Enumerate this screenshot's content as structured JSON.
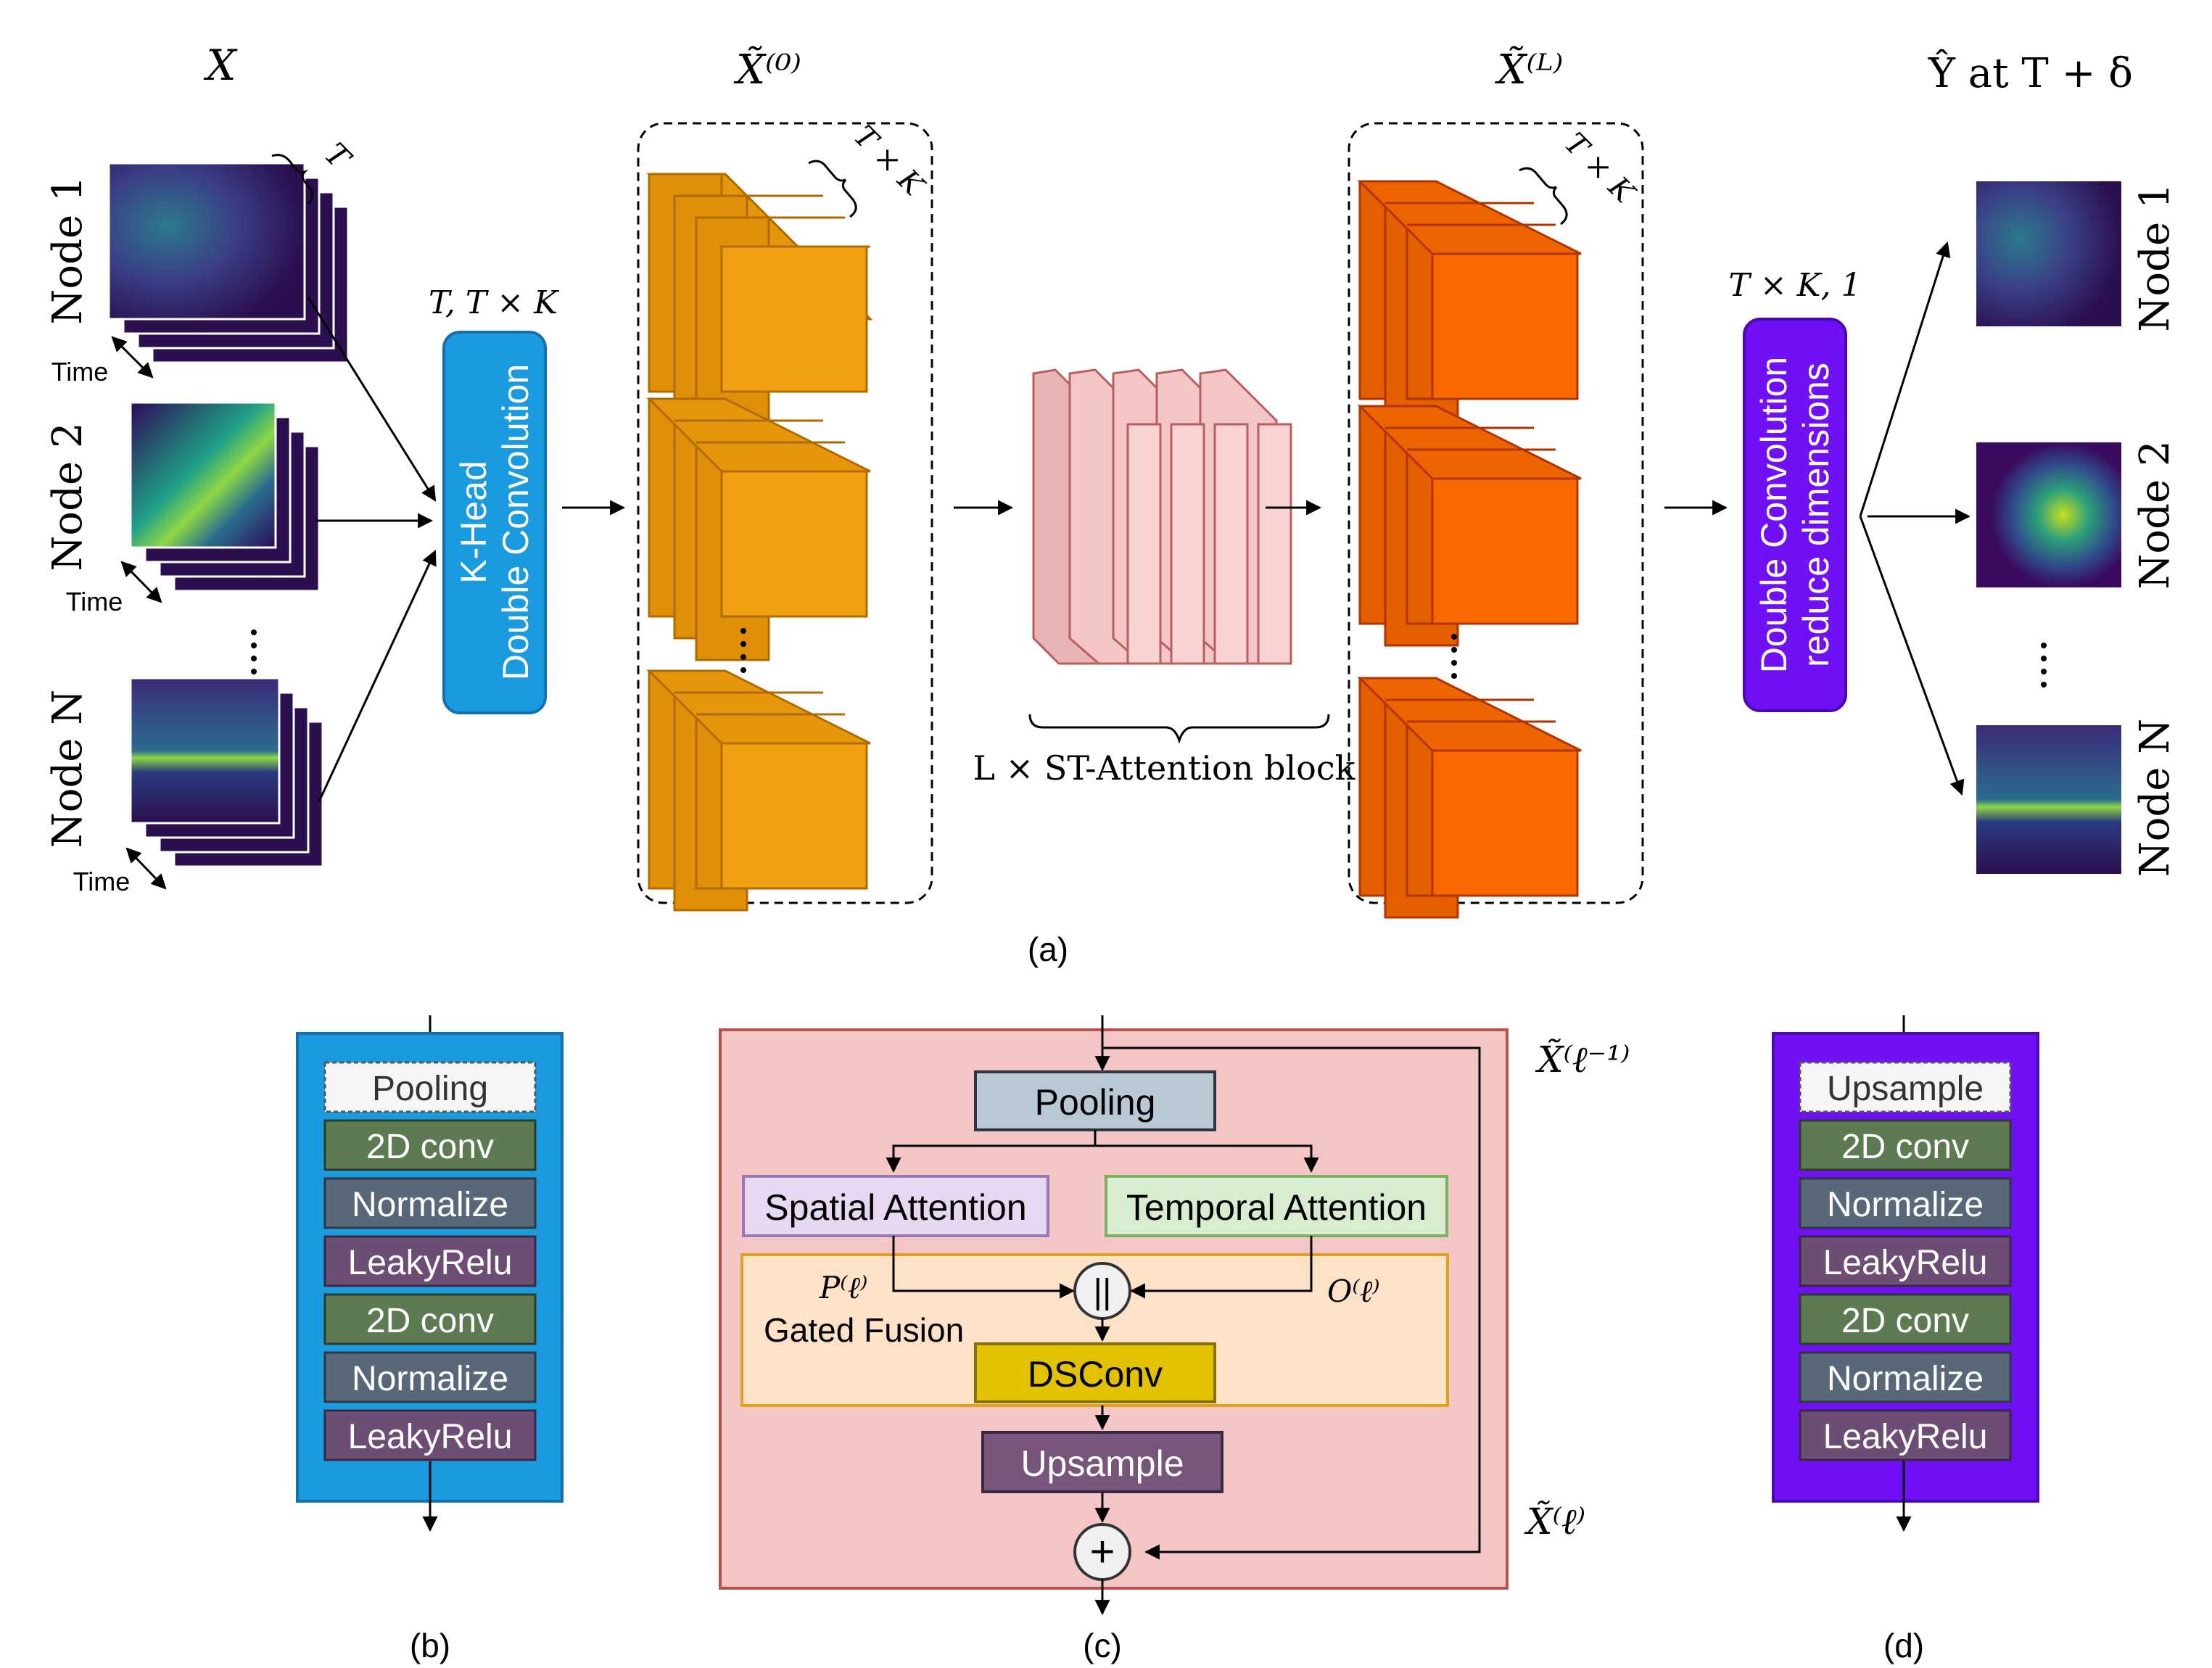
{
  "top": {
    "input_label": "X",
    "x0_label": "X̃⁽⁰⁾",
    "xl_label": "X̃⁽ᴸ⁾",
    "output_label": "Ŷ at T + δ",
    "node1": "Node 1",
    "node2": "Node 2",
    "nodeN": "Node N",
    "time": "Time",
    "brace_T": "T",
    "brace_TK": "T × K",
    "in_dims": "T, T × K",
    "out_dims": "T × K, 1",
    "khead_line1": "K-Head",
    "khead_line2": "Double Convolution",
    "dconv_line1": "Double Convolution",
    "dconv_line2": "reduce dimensions",
    "st_block": "L × ST-Attention block",
    "caption": "(a)"
  },
  "panel_b": {
    "caption": "(b)",
    "layers": [
      "Pooling",
      "2D conv",
      "Normalize",
      "LeakyRelu",
      "2D conv",
      "Normalize",
      "LeakyRelu"
    ]
  },
  "panel_c": {
    "caption": "(c)",
    "x_prev": "X̃⁽ℓ⁻¹⁾",
    "x_out": "X̃⁽ℓ⁾",
    "pooling": "Pooling",
    "spatial": "Spatial Attention",
    "temporal": "Temporal Attention",
    "p_label": "P⁽ℓ⁾",
    "o_label": "O⁽ℓ⁾",
    "concat": "||",
    "gated_fusion": "Gated Fusion",
    "dsconv": "DSConv",
    "upsample": "Upsample",
    "add": "+"
  },
  "panel_d": {
    "caption": "(d)",
    "layers": [
      "Upsample",
      "2D conv",
      "Normalize",
      "LeakyRelu",
      "2D conv",
      "Normalize",
      "LeakyRelu"
    ]
  },
  "colors": {
    "khead_blue": "#1a9be0",
    "dconv_purple": "#7010f5",
    "cube_yellow": "#f0a010",
    "cube_orange": "#f86a00",
    "attn_pink": "#f5c6c6",
    "conv_green": "#5e7a52",
    "norm_slate": "#586878",
    "relu_plum": "#6c4e74",
    "pool_grey": "#b8c8d4",
    "spatial_lilac": "#e6d8f0",
    "temporal_mint": "#d8ecd0",
    "gated_peach": "#fde2c8",
    "dsconv_gold": "#e2c200",
    "upsample_purple": "#78567c"
  }
}
